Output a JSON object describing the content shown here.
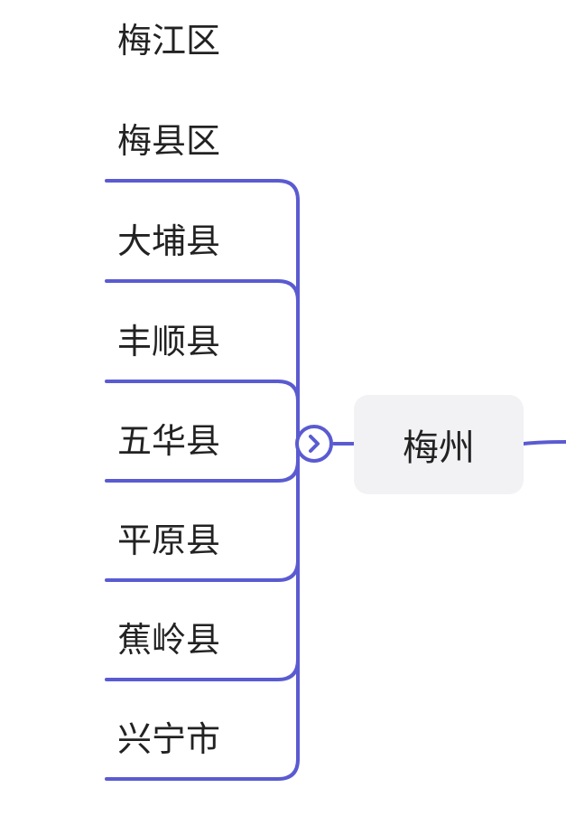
{
  "mindmap": {
    "central": {
      "label": "梅州"
    },
    "branches": [
      {
        "label": "梅江区"
      },
      {
        "label": "梅县区"
      },
      {
        "label": "大埔县"
      },
      {
        "label": "丰顺县"
      },
      {
        "label": "五华县"
      },
      {
        "label": "平原县"
      },
      {
        "label": "蕉岭县"
      },
      {
        "label": "兴宁市"
      }
    ],
    "toggle_icon": "chevron-right-icon",
    "colors": {
      "line": "#5a5bd1",
      "node_bg": "#f2f2f4",
      "text": "#222222"
    }
  }
}
